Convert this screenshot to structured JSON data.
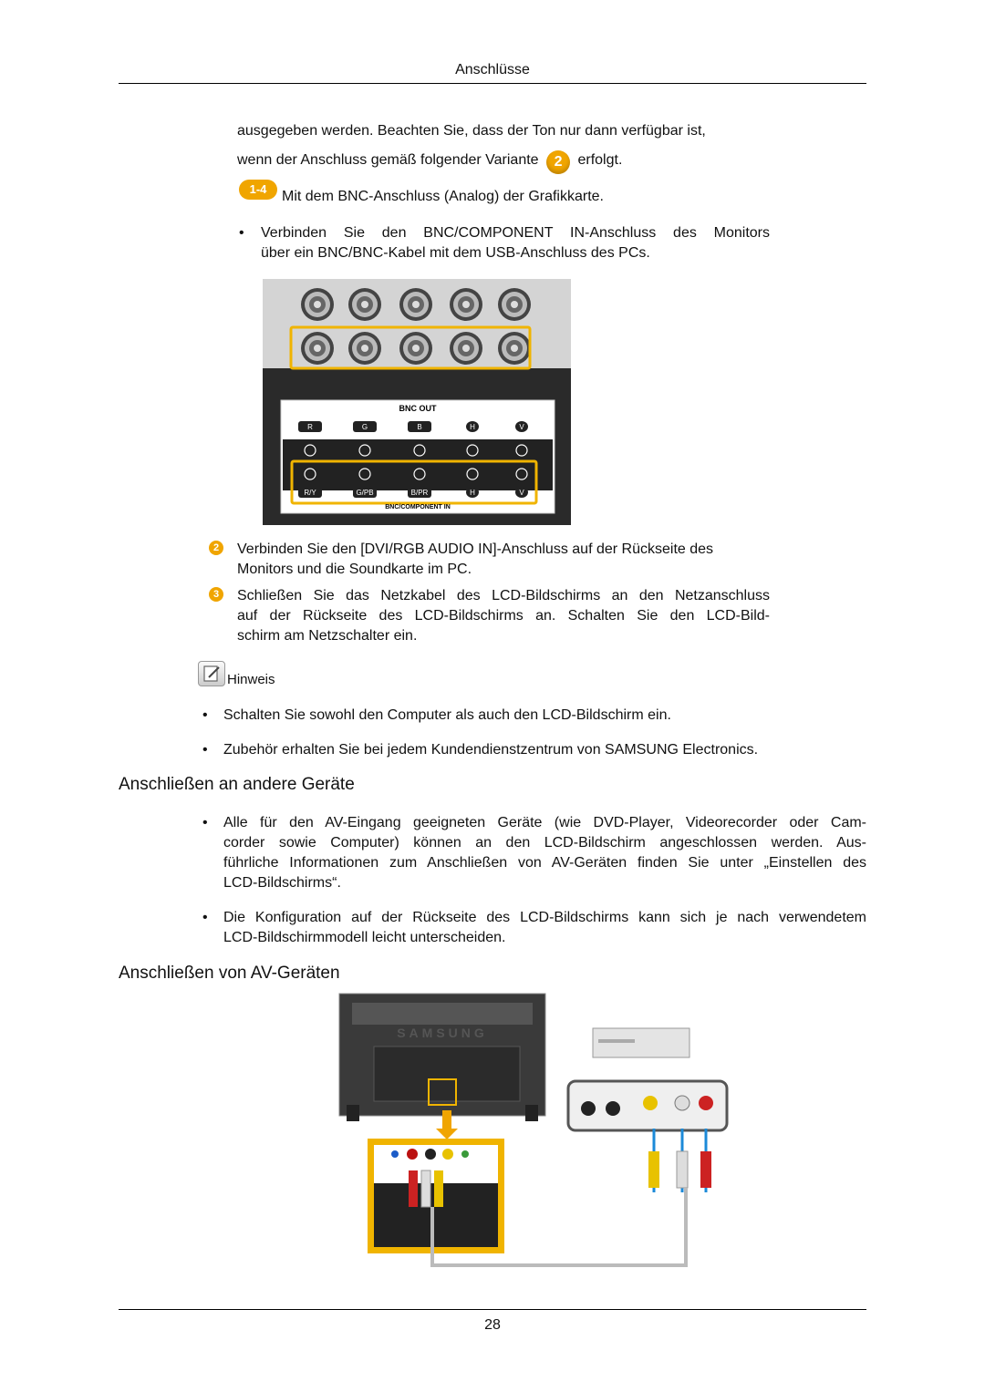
{
  "header": {
    "title": "Anschlüsse"
  },
  "intro": {
    "line1": "ausgegeben werden. Beachten Sie, dass der Ton nur dann verfügbar ist,",
    "line2a": "wenn der Anschluss gemäß folgender Variante",
    "line2_badge": "2",
    "line2b": "erfolgt.",
    "step_badge": "1-4",
    "step_text": "Mit dem BNC-Anschluss (Analog) der Grafikkarte.",
    "bullet_line1": "Verbinden Sie den BNC/COMPONENT IN-Anschluss des Monitors",
    "bullet_line2": "über ein BNC/BNC-Kabel mit dem USB-Anschluss des PCs."
  },
  "bnc_figure": {
    "out_label": "BNC OUT",
    "out_channels": [
      "R",
      "G",
      "B",
      "H",
      "V"
    ],
    "in_channels": [
      "R/Y",
      "G/PB",
      "B/PR",
      "H",
      "V"
    ],
    "in_label": "BNC/COMPONENT IN"
  },
  "steps": [
    {
      "num": "2",
      "lines": [
        "Verbinden Sie den [DVI/RGB AUDIO IN]-Anschluss auf der Rückseite des",
        "Monitors und die Soundkarte im PC."
      ]
    },
    {
      "num": "3",
      "lines": [
        "Schließen Sie das Netzkabel des LCD-Bildschirms an den Netzanschluss",
        "auf der Rückseite des LCD-Bildschirms an. Schalten Sie den LCD-Bild-",
        "schirm am Netzschalter ein."
      ]
    }
  ],
  "note": {
    "label": "Hinweis",
    "items": [
      "Schalten Sie sowohl den Computer als auch den LCD-Bildschirm ein.",
      "Zubehör erhalten Sie bei jedem Kundendienstzentrum von SAMSUNG Electronics."
    ]
  },
  "section1": {
    "title": "Anschließen an andere Geräte",
    "bullets": [
      [
        "Alle für den AV-Eingang geeigneten Geräte (wie DVD-Player, Videorecorder oder Cam-",
        "corder sowie Computer) können an den LCD-Bildschirm angeschlossen werden. Aus-",
        "führliche Informationen zum Anschließen von AV-Geräten finden Sie unter „Einstellen des",
        "LCD-Bildschirms“."
      ],
      [
        "Die Konfiguration auf der Rückseite des LCD-Bildschirms kann sich je nach verwendetem",
        "LCD-Bildschirmmodell leicht unterscheiden."
      ]
    ]
  },
  "section2": {
    "title": "Anschließen von AV-Geräten",
    "brand": "SAMSUNG"
  },
  "footer": {
    "page_number": "28"
  }
}
